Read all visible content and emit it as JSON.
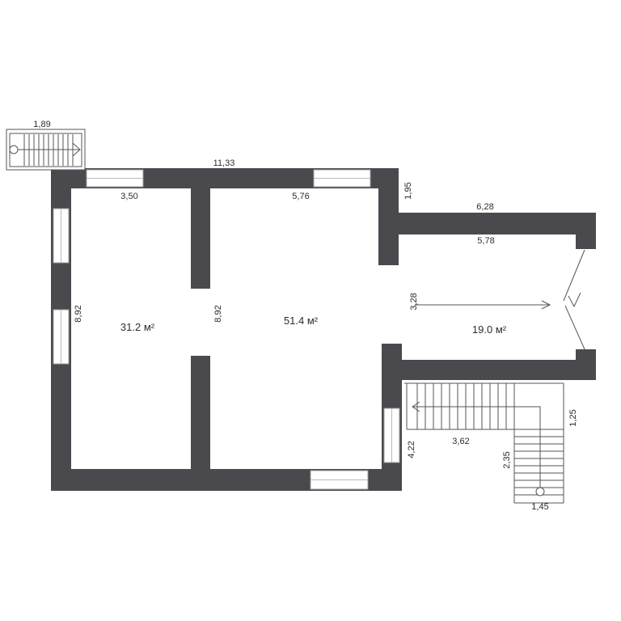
{
  "plan": {
    "rooms": [
      {
        "area": "31.2 м²"
      },
      {
        "area": "51.4 м²"
      },
      {
        "area": "19.0 м²"
      }
    ],
    "dimensions": {
      "stair_top_width": "1,89",
      "top_wall_total": "11,33",
      "room_1_width": "3,50",
      "room_2_width": "5,76",
      "right_wall_segment": "1,95",
      "annex_outer_length": "6,28",
      "annex_inner_length": "5,78",
      "room_1_depth": "8,92",
      "room_2_depth": "8,92",
      "annex_width": "3,28",
      "stair_upper_flight": "1,25",
      "stair_horizontal_length": "3,62",
      "lower_wall_segment": "4,22",
      "stair_vertical_flight": "2,35",
      "stair_bottom_width": "1,45"
    }
  },
  "colors": {
    "wall": "#4a494e",
    "line": "#555555",
    "text": "#2c2c2c",
    "background": "#ffffff"
  }
}
